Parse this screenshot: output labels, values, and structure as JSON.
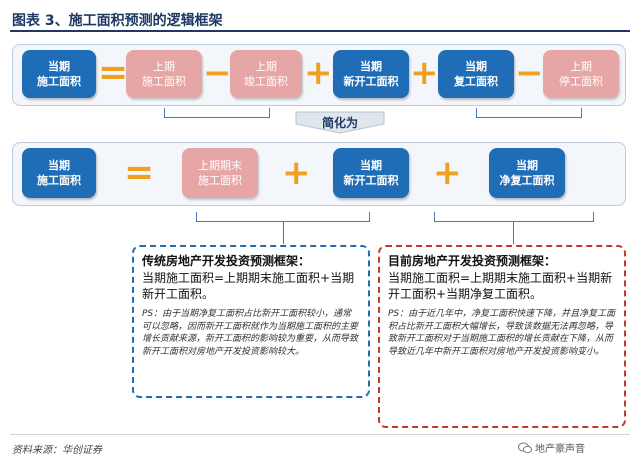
{
  "title": "图表 3、施工面积预测的逻辑框架",
  "row1": {
    "boxes": [
      [
        "当期",
        "施工面积"
      ],
      [
        "上期",
        "施工面积"
      ],
      [
        "上期",
        "竣工面积"
      ],
      [
        "当期",
        "新开工面积"
      ],
      [
        "当期",
        "复工面积"
      ],
      [
        "上期",
        "停工面积"
      ]
    ],
    "operators": [
      "=",
      "−",
      "+",
      "+",
      "−"
    ]
  },
  "simplify_label": "简化为",
  "row2": {
    "boxes": [
      [
        "当期",
        "施工面积"
      ],
      [
        "上期期末",
        "施工面积"
      ],
      [
        "当期",
        "新开工面积"
      ],
      [
        "当期",
        "净复工面积"
      ]
    ],
    "operators": [
      "=",
      "+",
      "+"
    ]
  },
  "left_panel": {
    "heading": "传统房地产开发投资预测框架：",
    "formula": "当期施工面积=上期期末施工面积+当期新开工面积。",
    "ps": "PS：由于当期净复工面积占比新开工面积较小，通常可以忽略，因而新开工面积就作为当期施工面积的主要增长贡献来源，新开工面积的影响较为重要，从而导致新开工面积对房地产开发投资影响较大。"
  },
  "right_panel": {
    "heading": "目前房地产开发投资预测框架：",
    "formula": "当期施工面积=上期期末施工面积+当期新开工面积+当期净复工面积。",
    "ps": "PS：由于近几年中，净复工面积快速下降，并且净复工面积占比新开工面积大幅增长，导致该数据无法再忽略，导致新开工面积对于当期施工面积的增长贡献在下降，从而导致近几年中新开工面积对房地产开发投资影响变小。"
  },
  "source": "资料来源：华创证券",
  "watermark": "地产豪声音",
  "watermark_icon": "wechat-icon",
  "colors": {
    "blue_box": "#1f6db7",
    "pink_box": "#e6a6a6",
    "operator": "#f0a020",
    "left_border": "#1f6db7",
    "right_border": "#c0392b"
  }
}
